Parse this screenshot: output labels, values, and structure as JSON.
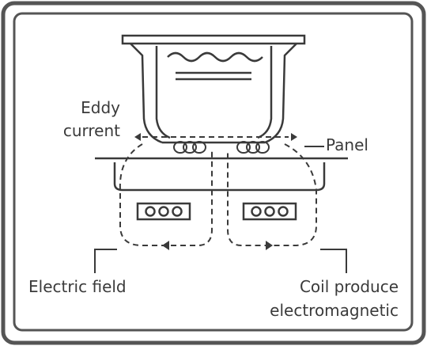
{
  "labels": {
    "eddy_current_1": "Eddy",
    "eddy_current_2": "current",
    "panel": "Panel",
    "electric_field": "Electric field",
    "coil_1": "Coil produce",
    "coil_2": "electromagnetic"
  },
  "colors": {
    "frame": "#555555",
    "line": "#3a3a3a",
    "background": "#ffffff"
  }
}
